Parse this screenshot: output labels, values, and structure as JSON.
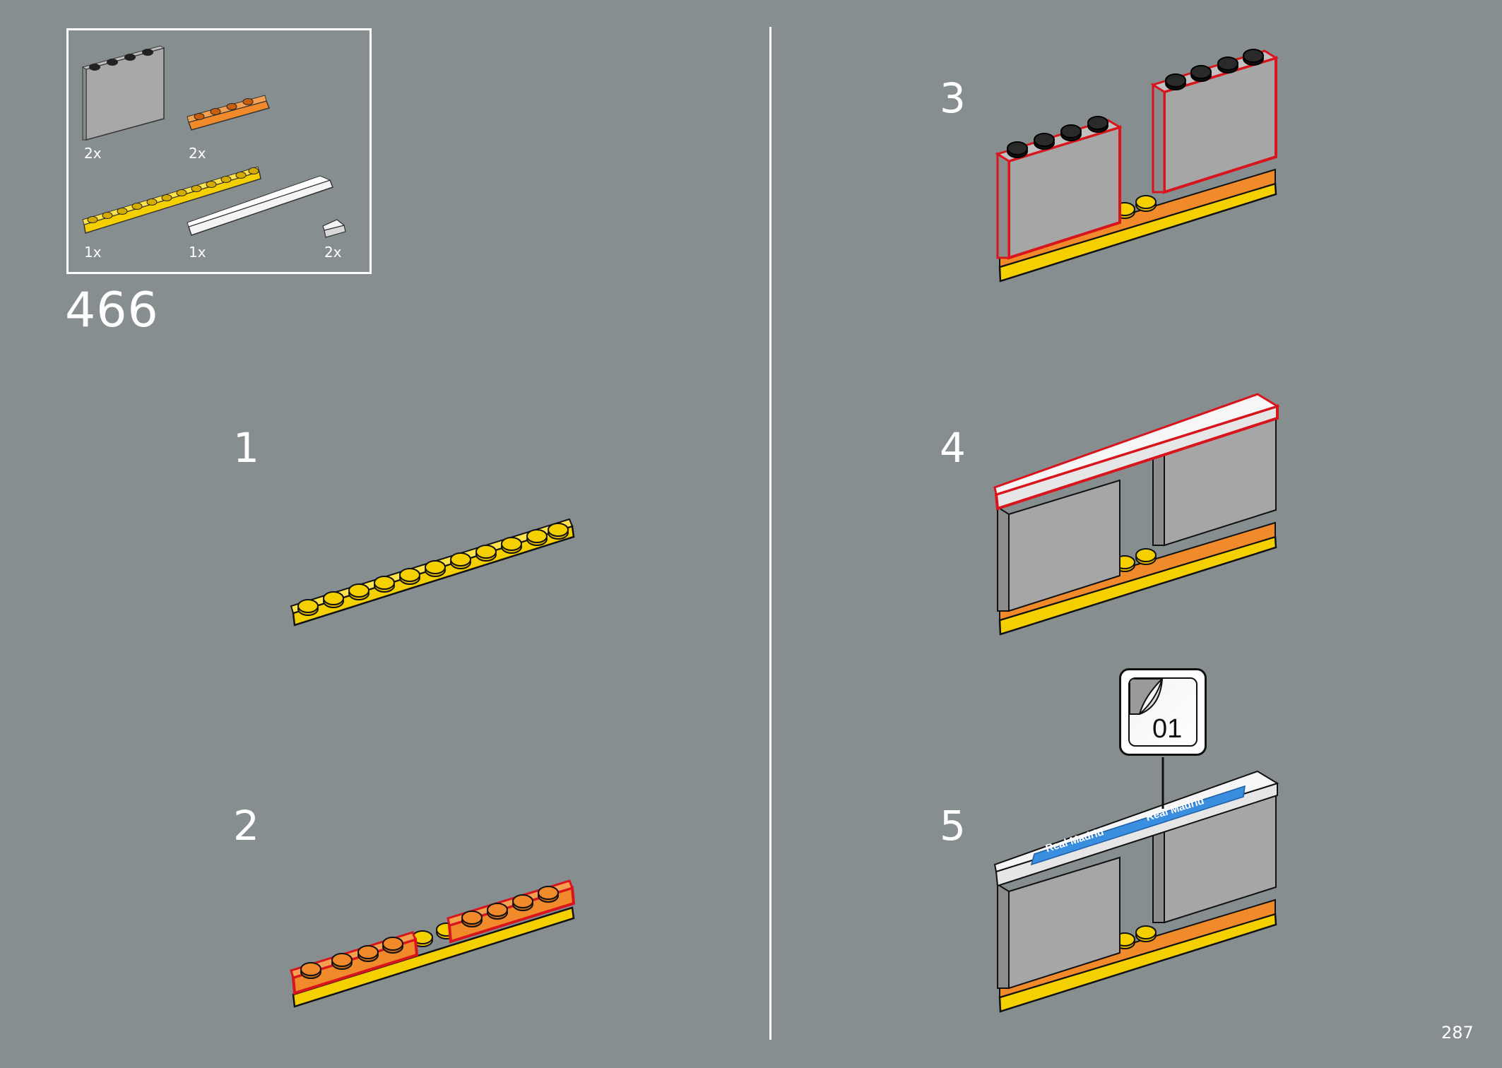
{
  "parts_list": {
    "items": [
      {
        "name": "panel-1x4x3-gray",
        "qty": "2x"
      },
      {
        "name": "plate-1x4-orange",
        "qty": "2x"
      },
      {
        "name": "plate-1x12-yellow",
        "qty": "1x"
      },
      {
        "name": "tile-1x8-white",
        "qty": "1x"
      },
      {
        "name": "tile-1x1-white",
        "qty": "2x"
      }
    ]
  },
  "section_number": "466",
  "steps": [
    {
      "number": "1"
    },
    {
      "number": "2"
    },
    {
      "number": "3"
    },
    {
      "number": "4"
    },
    {
      "number": "5",
      "sticker_callout": "01",
      "sticker_text": "Real Madrid"
    }
  ],
  "page_number": "287",
  "colors": {
    "background": "#878e90",
    "yellow": "#f5d000",
    "orange": "#f08a2a",
    "gray": "#a6a6a6",
    "white": "#f4f4f4",
    "highlight": "#d8141c",
    "sticker_blue": "#2a7fd4"
  }
}
